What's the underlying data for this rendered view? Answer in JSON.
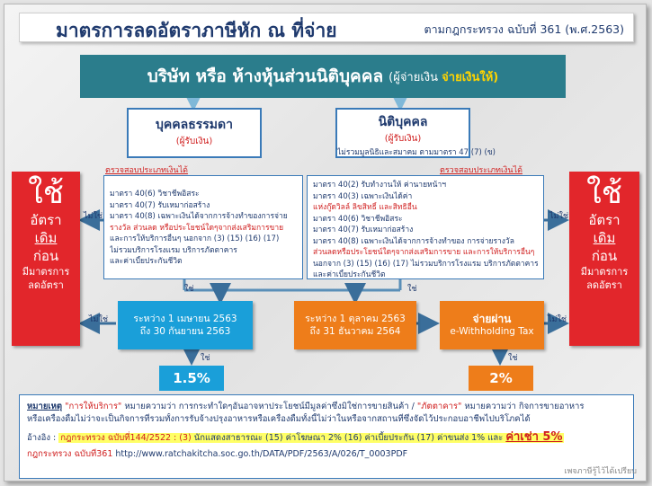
{
  "header": {
    "title": "มาตรการลดอัตราภาษีหัก ณ ที่จ่าย",
    "subtitle": "ตามกฎกระทรวง ฉบับที่ 361 (พ.ศ.2563)"
  },
  "payer": {
    "name": "บริษัท หรือ ห้างหุ้นส่วนนิติบุคคล",
    "paren_prefix": "(ผู้จ่ายเงิน",
    "paren_highlight": "จ่ายเงินให้)"
  },
  "natural_person": {
    "title": "บุคคลธรรมดา",
    "role": "(ผู้รับเงิน)",
    "check_label": "ตรวจสอบประเภทเงินได้",
    "items": [
      "มาตรา 40(6) วิชาชีพอิสระ",
      "มาตรา 40(7) รับเหมาก่อสร้าง",
      "มาตรา 40(8) เฉพาะเงินได้จากการจ้างทำของการจ่าย",
      "รางวัล ส่วนลด หรือประโยชน์ใดๆจากส่งเสริมการขาย",
      "และการให้บริการอื่นๆ นอกจาก (3) (15) (16) (17)",
      "ไม่รวมบริการโรงแรม บริการภัตตาคาร",
      "และค่าเบี้ยประกันชีวิต"
    ]
  },
  "juristic_person": {
    "title": "นิติบุคคล",
    "role": "(ผู้รับเงิน)",
    "note": "ไม่รวมมูลนิธิและสมาคม ตามมาตรา 47 (7) (ข)",
    "check_label": "ตรวจสอบประเภทเงินได้",
    "items": [
      "มาตรา 40(2) รับทำงานให้ ค่านายหน้าฯ",
      "มาตรา 40(3) เฉพาะเงินได้ค่า",
      "แห่งกู๊ดวิลล์ ลิขสิทธิ์ และสิทธิอื่น",
      "มาตรา 40(6) วิชาชีพอิสระ",
      "มาตรา 40(7) รับเหมาก่อสร้าง",
      "มาตรา 40(8) เฉพาะเงินได้จากการจ้างทำของ การจ่ายรางวัล",
      "ส่วนลดหรือประโยชน์ใดๆจากส่งเสริมการขาย และการให้บริการอื่นๆ",
      "นอกจาก (3) (15) (16) (17) ไม่รวมบริการโรงแรม บริการภัตตาคาร",
      "และค่าเบี้ยประกันชีวิต"
    ]
  },
  "side_left": {
    "line1": "ใช้",
    "line2": "อัตรา",
    "line3": "เดิม",
    "line4": "ก่อน",
    "line5": "มีมาตรการ",
    "line6": "ลดอัตรา"
  },
  "side_right": {
    "line1": "ใช้",
    "line2": "อัตรา",
    "line3": "เดิม",
    "line4": "ก่อน",
    "line5": "มีมาตรการ",
    "line6": "ลดอัตรา"
  },
  "labels": {
    "yes": "ใช่",
    "no": "ไม่ใช่"
  },
  "period_1": {
    "line1": "ระหว่าง 1 เมษายน 2563",
    "line2": "ถึง 30 กันยายน 2563",
    "rate": "1.5%"
  },
  "period_2": {
    "line1": "ระหว่าง 1 ตุลาคม 2563",
    "line2": "ถึง 31 ธันวาคม 2564",
    "rate": "2%"
  },
  "ewht": {
    "line1": "จ่ายผ่าน",
    "line2": "e-Withholding Tax"
  },
  "note": {
    "header": "หมายเหตุ",
    "service_term": "\"การให้บริการ\"",
    "service_def": "หมายความว่า การกระทำใดๆอันอาจหาประโยชน์มีมูลค่าซึ่งมิใช่การขายสินค้า /",
    "restaurant_term": "\"ภัตตาคาร\"",
    "restaurant_def": "หมายความว่า กิจการขายอาหาร",
    "line2": "หรือเครื่องดื่มไม่ว่าจะเป็นกิจการที่รวมทั้งการรับจ้างปรุงอาหารหรือเครื่องดื่มทั้งนี้ไม่ว่าในหรือจากสถานที่ซึ่งจัดไว้ประกอบอาชีพไปบริโภคได้",
    "ref_label": "อ้างอิง :",
    "ref_main": "กฎกระทรวง ฉบับที่144/2522 : (3)",
    "ref_mid": "นักแสดงสาธารณะ (15) ค่าโฆษณา 2% (16) ค่าเบี้ยประกัน (17) ค่าขนส่ง 1% และ",
    "ref_rent": "ค่าเช่า 5%",
    "law_label": "กฎกระทรวง ฉบับที่361",
    "law_url": "http://www.ratchakitcha.soc.go.th/DATA/PDF/2563/A/026/T_0003PDF"
  },
  "credit": "เพจภาษีรู้ไว้ได้เปรียบ",
  "colors": {
    "teal": "#2b7d8c",
    "red": "#e2262b",
    "blue": "#1a9fd9",
    "orange": "#ee7d1a",
    "navy": "#1f3a6e"
  }
}
